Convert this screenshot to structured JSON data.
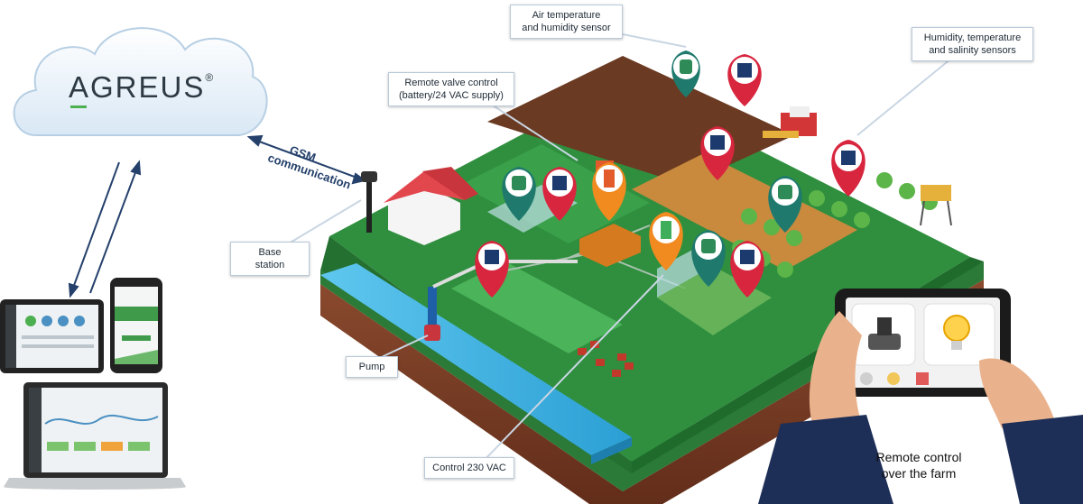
{
  "brand": {
    "name": "AGREUS",
    "trademark": "®"
  },
  "links": {
    "gsm_line1": "GSM",
    "gsm_line2": "communication"
  },
  "callouts": {
    "air_sensor": [
      "Air temperature",
      "and humidity sensor"
    ],
    "soil_sensors": [
      "Humidity, temperature",
      "and salinity sensors"
    ],
    "valve_control": [
      "Remote valve control",
      "(battery/24 VAC supply)"
    ],
    "base_station": [
      "Base",
      "station"
    ],
    "pump": "Pump",
    "control_230": "Control 230 VAC"
  },
  "tablet_caption": [
    "Remote control",
    "over the farm"
  ],
  "colors": {
    "grass": "#2f8f3e",
    "grass_dark": "#1f6b2c",
    "soil": "#7a3b26",
    "pin_red": "#d8263f",
    "pin_teal": "#1f7a6d",
    "pin_orange": "#f18a1f",
    "water": "#41b6e6",
    "arrow_blue": "#24406b"
  },
  "icons": [
    "cloud-icon",
    "laptop-icon",
    "tablet-icon",
    "phone-icon",
    "sensor-pin-icon",
    "valve-pin-icon",
    "house-icon",
    "antenna-icon",
    "pump-icon",
    "combine-harvester-icon",
    "water-tower-icon",
    "bulb-icon",
    "valve-icon"
  ]
}
